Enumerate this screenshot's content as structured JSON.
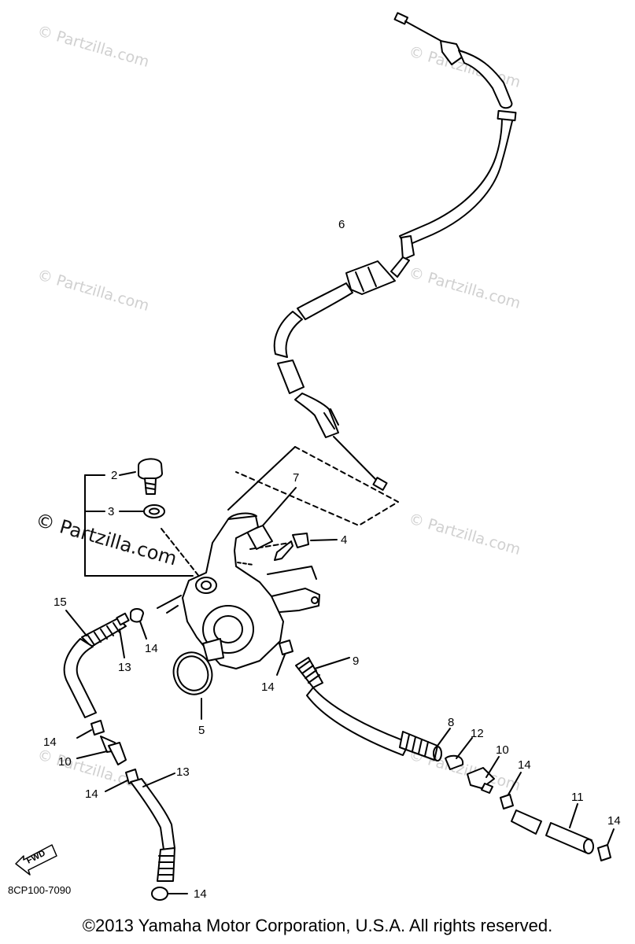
{
  "watermark": "© Partzilla.com",
  "callouts": {
    "c2": "2",
    "c3": "3",
    "c4": "4",
    "c5": "5",
    "c6": "6",
    "c7": "7",
    "c8": "8",
    "c9": "9",
    "c10a": "10",
    "c10b": "10",
    "c11": "11",
    "c12": "12",
    "c13a": "13",
    "c13b": "13",
    "c14a": "14",
    "c14b": "14",
    "c14c": "14",
    "c14d": "14",
    "c14e": "14",
    "c14f": "14",
    "c14g": "14",
    "c15": "15"
  },
  "fwd_label": "FWD",
  "diagram_code": "8CP100-7090",
  "copyright": "©2013  Yamaha Motor Corporation, U.S.A. All rights reserved."
}
